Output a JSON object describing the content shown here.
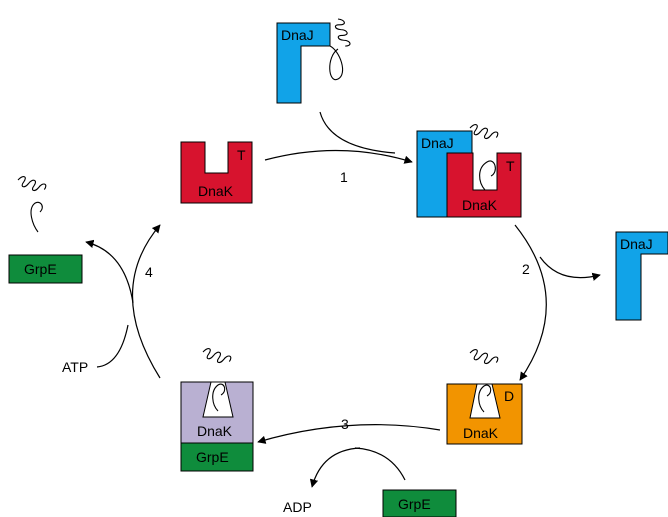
{
  "colors": {
    "dnaj": "#11a3e8",
    "dnak_atp": "#d7132e",
    "dnak_adp": "#f29400",
    "dnak_complex": "#b9b0d2",
    "grpe": "#0f8c3c"
  },
  "labels": {
    "dnaj": "DnaJ",
    "dnak": "DnaK",
    "grpe": "GrpE",
    "atp_state": "T",
    "adp_state": "D",
    "atp": "ATP",
    "adp": "ADP"
  },
  "steps": [
    "1",
    "2",
    "3",
    "4"
  ]
}
